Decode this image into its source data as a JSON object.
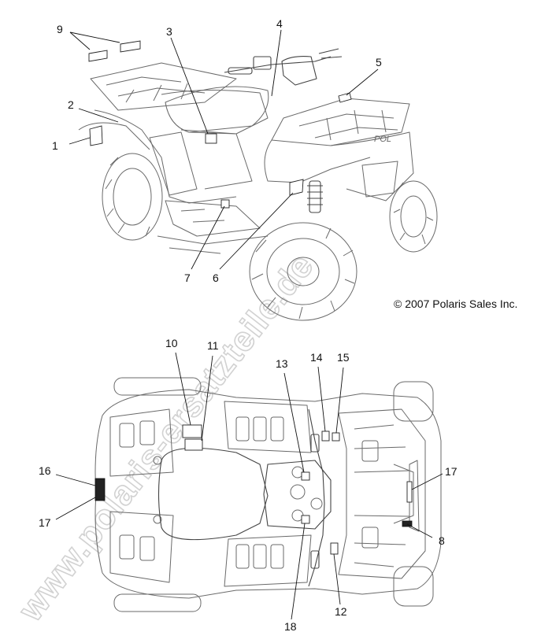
{
  "watermark": "www.polaris-ersatzteile.de",
  "copyright": "© 2007 Polaris Sales Inc.",
  "callouts": [
    "1",
    "2",
    "3",
    "4",
    "5",
    "6",
    "7",
    "8",
    "9",
    "10",
    "11",
    "12",
    "13",
    "14",
    "15",
    "16",
    "17",
    "18"
  ]
}
